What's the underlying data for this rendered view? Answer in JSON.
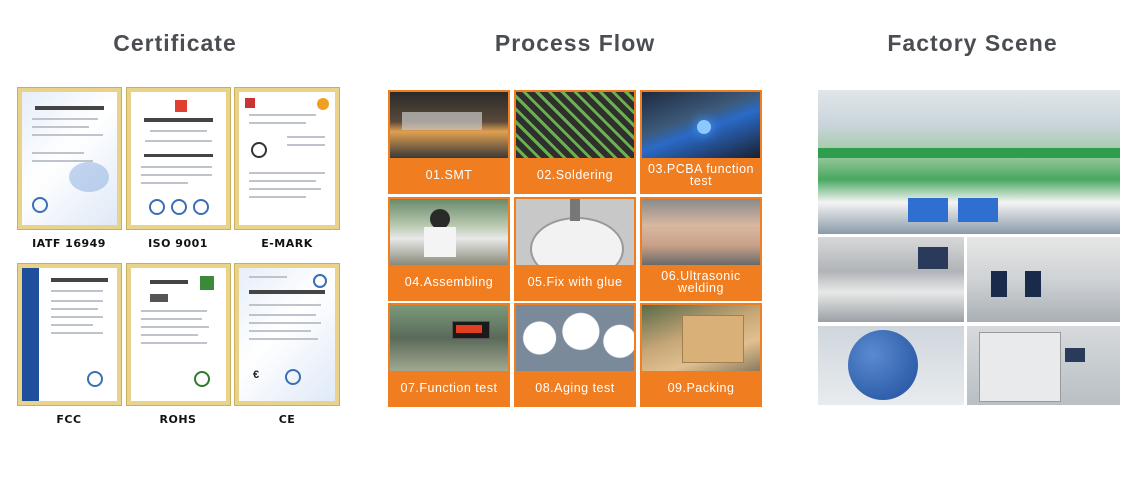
{
  "sections": {
    "certificate_title": "Certificate",
    "process_title": "Process Flow",
    "factory_title": "Factory Scene"
  },
  "certificates": [
    {
      "label": "IATF 16949",
      "style": "blue"
    },
    {
      "label": "ISO 9001",
      "style": "white"
    },
    {
      "label": "E-MARK",
      "style": "white"
    },
    {
      "label": "FCC",
      "style": "sidebar"
    },
    {
      "label": "ROHS",
      "style": "white"
    },
    {
      "label": "CE",
      "style": "blue"
    }
  ],
  "process_steps": [
    {
      "caption": "01.SMT"
    },
    {
      "caption": "02.Soldering"
    },
    {
      "caption": "03.PCBA function test"
    },
    {
      "caption": "04.Assembling"
    },
    {
      "caption": "05.Fix with glue"
    },
    {
      "caption": "06.Ultrasonic welding"
    },
    {
      "caption": "07.Function test"
    },
    {
      "caption": "08.Aging test"
    },
    {
      "caption": "09.Packing"
    }
  ],
  "colors": {
    "accent_orange": "#f07d1f",
    "title_gray": "#4a4d52",
    "cert_frame": "#e9d38a"
  }
}
